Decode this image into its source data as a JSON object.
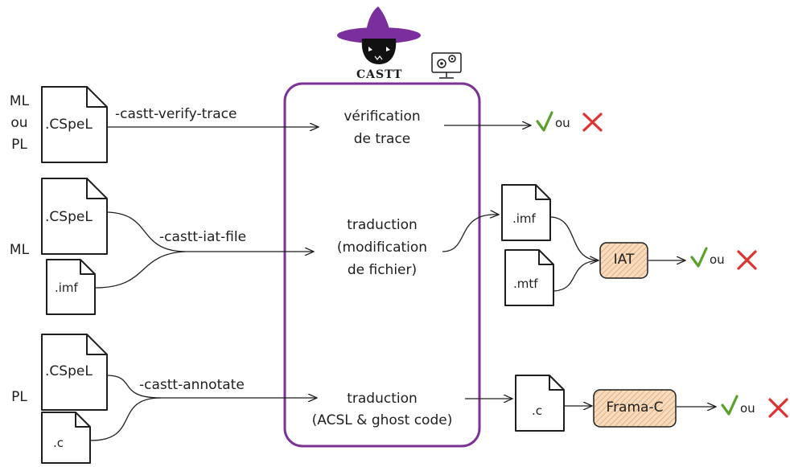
{
  "logo": {
    "name": "CASTT",
    "hat_color": "#7b2f9e"
  },
  "process_box": {
    "border_color": "#7b3294",
    "steps": {
      "verify": [
        "vérification",
        "de trace"
      ],
      "iat": [
        "traduction",
        "(modification",
        "de fichier)"
      ],
      "annotate": [
        "traduction",
        "(ACSL & ghost code)"
      ]
    }
  },
  "left_labels": {
    "row1": [
      "ML",
      "ou",
      "PL"
    ],
    "row2": "ML",
    "row3": "PL"
  },
  "input_files": {
    "row1": [
      ".CSpeL"
    ],
    "row2": [
      ".CSpeL",
      ".imf"
    ],
    "row3": [
      ".CSpeL",
      ".c"
    ]
  },
  "options": {
    "verify": "-castt-verify-trace",
    "iat": "-castt-iat-file",
    "annotate": "-castt-annotate"
  },
  "output_files": {
    "row2": [
      ".imf",
      ".mtf"
    ],
    "row3": [
      ".c"
    ]
  },
  "tools": {
    "iat": "IAT",
    "frama": "Frama-C",
    "fill_color": "#f6dcc0",
    "hatch_color": "#e8a35f"
  },
  "results": {
    "ou": "ou",
    "check_color": "#5aa02c",
    "cross_color": "#e03131"
  }
}
